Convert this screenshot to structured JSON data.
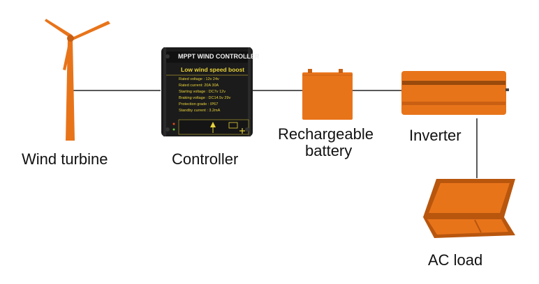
{
  "components": {
    "wind_turbine": {
      "label": "Wind turbine"
    },
    "controller": {
      "label": "Controller",
      "panel_title": "MPPT WIND CONTROLLER",
      "subtitle": "Low wind speed boost",
      "specs": [
        "Rated voltage : 12v 24v",
        "Rated current:  20A  30A",
        "Starting voltage : DC7v 12v",
        "Braking voltage : DC14.5v 29v",
        "Protection grade : IP67",
        "Standby current : 3.2mA"
      ]
    },
    "battery": {
      "label_line1": "Rechargeable",
      "label_line2": "battery"
    },
    "inverter": {
      "label": "Inverter"
    },
    "ac_load": {
      "label": "AC load"
    }
  },
  "colors": {
    "device_orange": "#e8741a",
    "device_dark_orange": "#b8560e",
    "wire": "#222222",
    "controller_body": "#1b1b1b",
    "controller_text": "#e8d23a"
  }
}
